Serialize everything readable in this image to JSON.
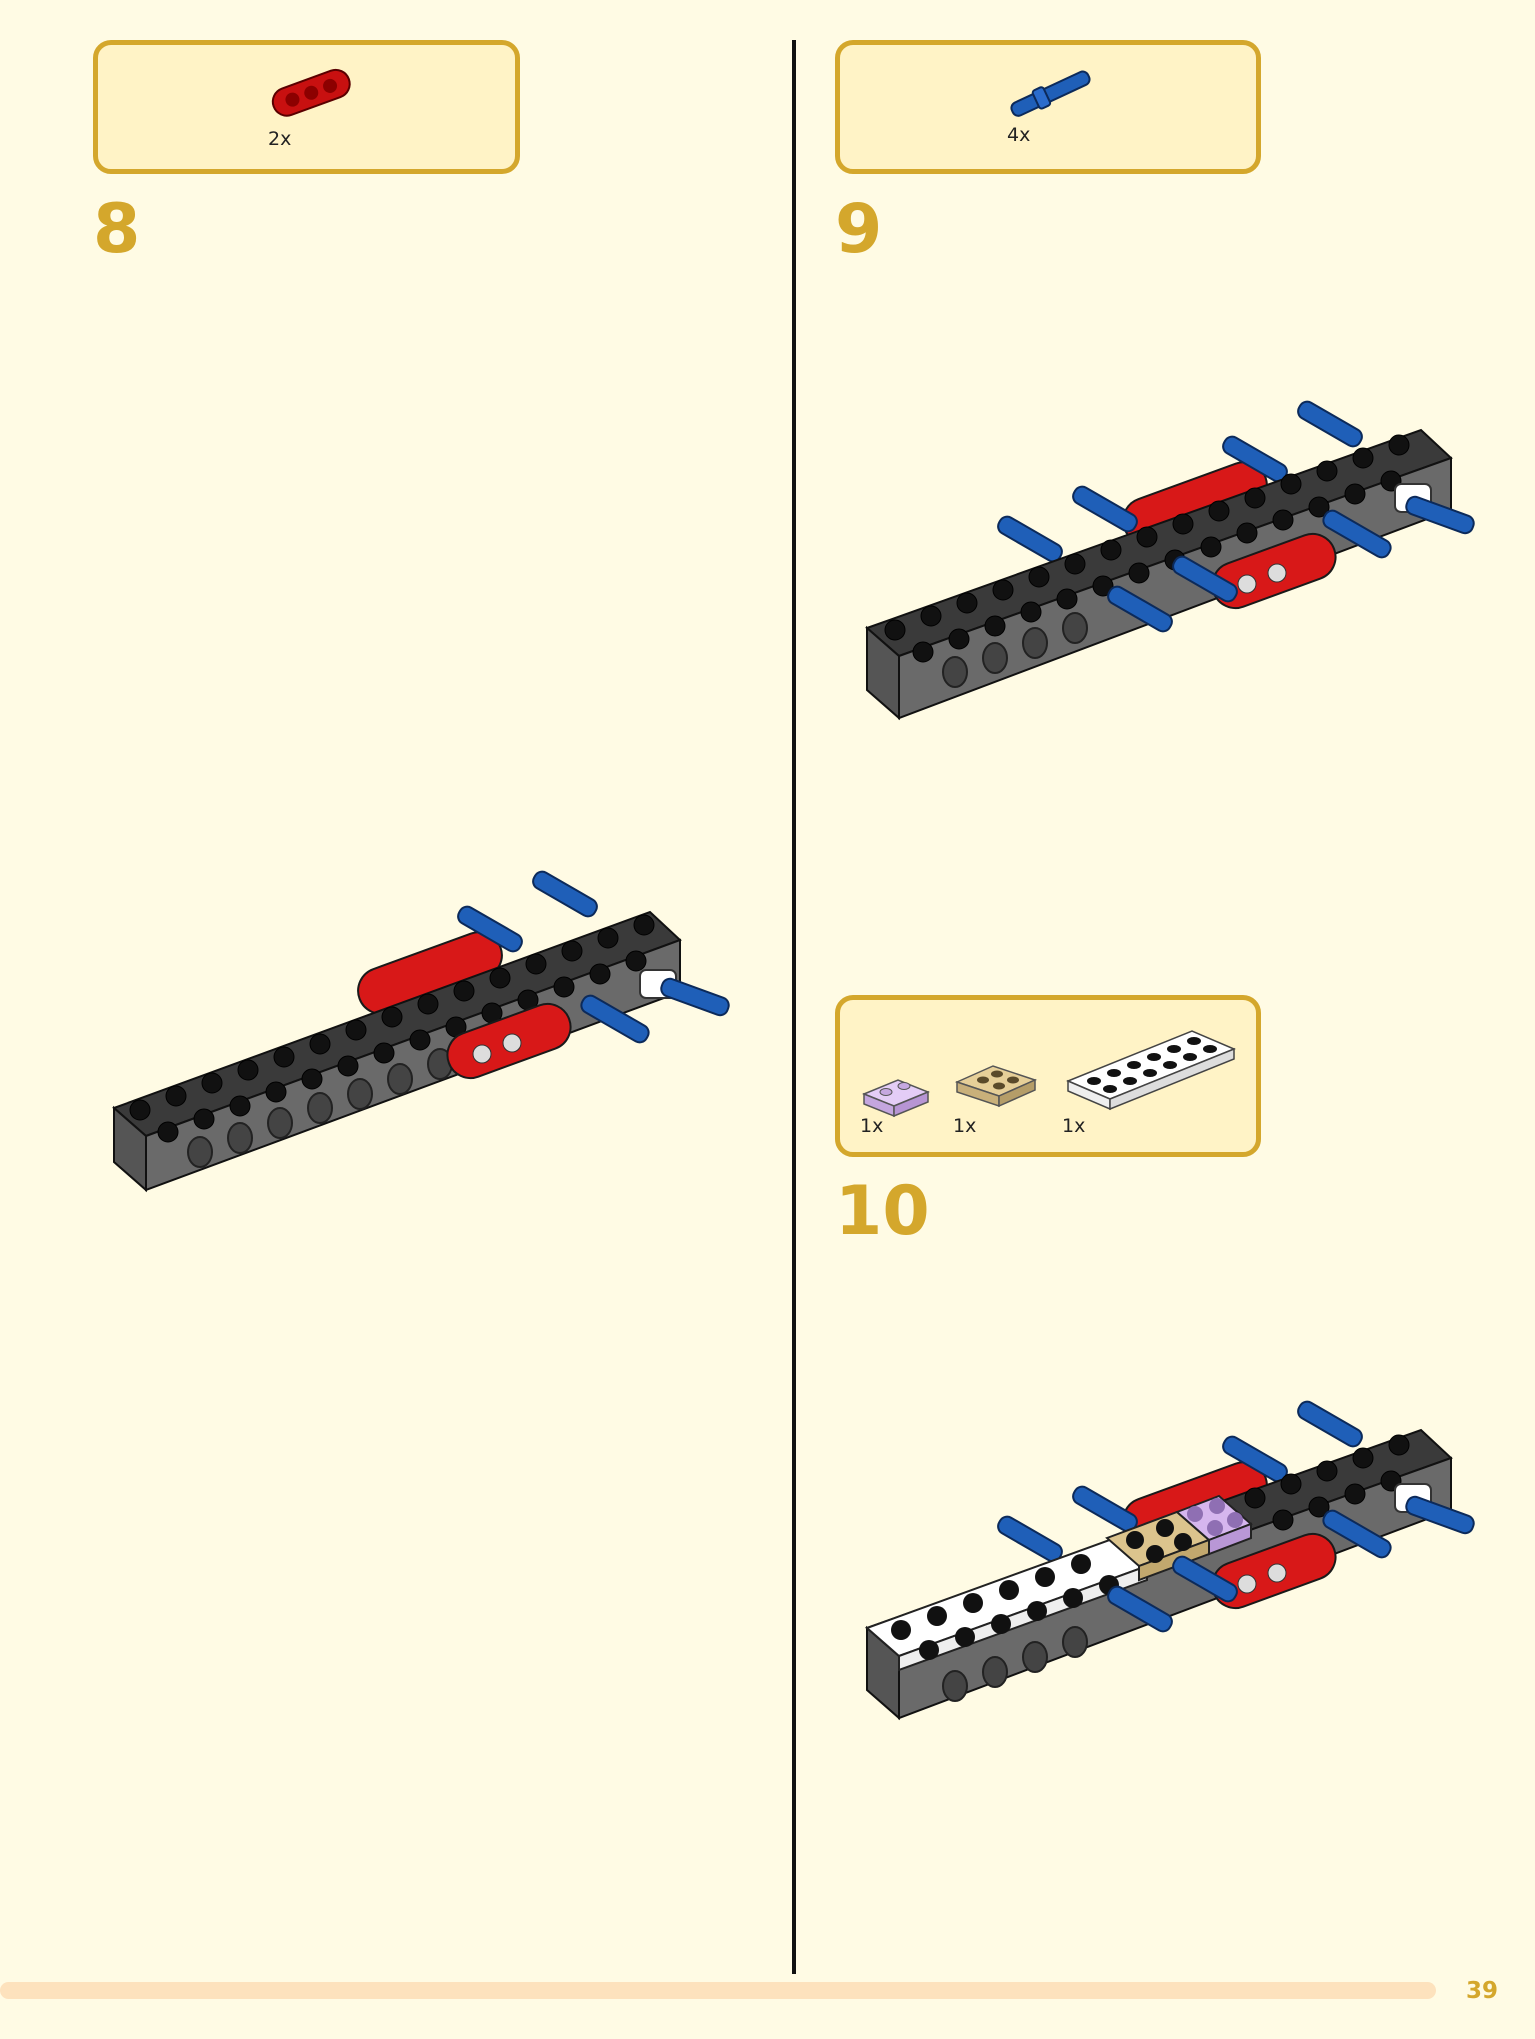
{
  "page": {
    "page_number": "39"
  },
  "steps": [
    {
      "number": "8",
      "parts": [
        {
          "name": "red-liftarm-1x3",
          "quantity": "2x"
        }
      ]
    },
    {
      "number": "9",
      "parts": [
        {
          "name": "blue-pin-long",
          "quantity": "4x"
        }
      ]
    },
    {
      "number": "10",
      "parts": [
        {
          "name": "lavender-plate-1x2",
          "quantity": "1x"
        },
        {
          "name": "tan-plate-2x2",
          "quantity": "1x"
        },
        {
          "name": "white-plate-2x6",
          "quantity": "1x"
        }
      ]
    }
  ],
  "colors": {
    "accent": "#d4a72c",
    "background": "#fffbe4",
    "parts_box": "#fff3c6",
    "brick_dark_gray": "#555555",
    "red": "#d81818",
    "blue": "#1f5fb8",
    "white": "#ffffff",
    "tan": "#dcc48d",
    "lavender": "#d6b6ee"
  }
}
